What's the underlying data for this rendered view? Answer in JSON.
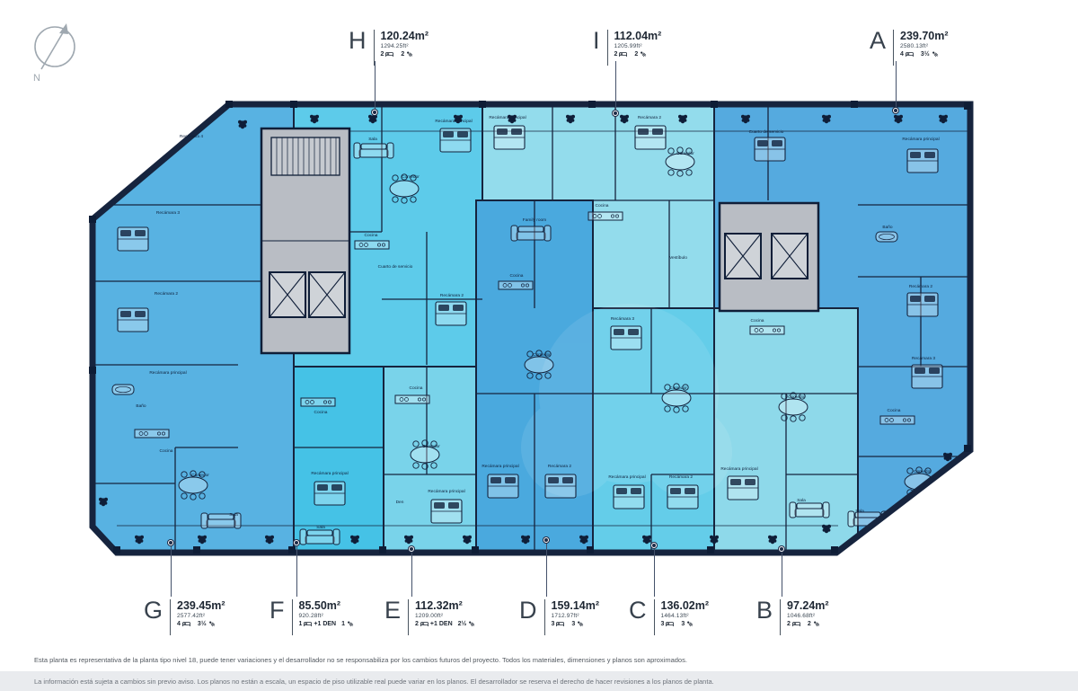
{
  "compass": {
    "north_label": "N"
  },
  "units_top": [
    {
      "id": "H",
      "area_m2": "120.24m²",
      "area_ft2": "1294.25ft²",
      "beds": "2",
      "den": "",
      "baths": "2"
    },
    {
      "id": "I",
      "area_m2": "112.04m²",
      "area_ft2": "1205.99ft²",
      "beds": "2",
      "den": "",
      "baths": "2"
    },
    {
      "id": "A",
      "area_m2": "239.70m²",
      "area_ft2": "2580.13ft²",
      "beds": "4",
      "den": "",
      "baths": "3½"
    }
  ],
  "units_bottom": [
    {
      "id": "G",
      "area_m2": "239.45m²",
      "area_ft2": "2577.42ft²",
      "beds": "4",
      "den": "",
      "baths": "3½"
    },
    {
      "id": "F",
      "area_m2": "85.50m²",
      "area_ft2": "920.28ft²",
      "beds": "1",
      "den": "+1 DEN",
      "baths": "1"
    },
    {
      "id": "E",
      "area_m2": "112.32m²",
      "area_ft2": "1209.00ft²",
      "beds": "2",
      "den": "+1 DEN",
      "baths": "2½"
    },
    {
      "id": "D",
      "area_m2": "159.14m²",
      "area_ft2": "1712.97ft²",
      "beds": "3",
      "den": "",
      "baths": "3"
    },
    {
      "id": "C",
      "area_m2": "136.02m²",
      "area_ft2": "1464.13ft²",
      "beds": "3",
      "den": "",
      "baths": "3"
    },
    {
      "id": "B",
      "area_m2": "97.24m²",
      "area_ft2": "1046.68ft²",
      "beds": "2",
      "den": "",
      "baths": "2"
    }
  ],
  "rooms": {
    "recamara_principal": "Recámara principal",
    "recamara_2": "Recámara 2",
    "recamara_3": "Recámara 3",
    "recamara_4": "Recámara 4",
    "cocina": "Cocina",
    "comedor": "Comedor",
    "sala": "Sala",
    "bano": "Baño",
    "cuarto_servicio": "Cuarto de servicio",
    "family_room": "Family room",
    "den": "Den",
    "vestibulo": "Vestíbulo"
  },
  "colors": {
    "wall": "#16243e",
    "core": "#b9bdc4",
    "unit_base": "#4fa9dc",
    "unit_g": "#58b2e2",
    "unit_h": "#5dcbea",
    "unit_f": "#45c2e6",
    "unit_e": "#79d3ea",
    "unit_d": "#4aa9de",
    "unit_i": "#93dcec",
    "unit_c": "#64cde9",
    "unit_b": "#8ed9ea",
    "unit_a": "#55aadf"
  },
  "disclaimer": {
    "line1": "Esta planta es representativa de la planta tipo nivel 18, puede tener variaciones y el desarrollador no se responsabiliza por los cambios futuros del proyecto. Todos los materiales, dimensiones y planos son aproximados.",
    "line2": "La información está sujeta a cambios sin previo aviso. Los planos no están a escala, un espacio de piso utilizable real puede variar en los planos. El desarrollador se reserva el derecho de hacer revisiones a los planos de planta."
  }
}
